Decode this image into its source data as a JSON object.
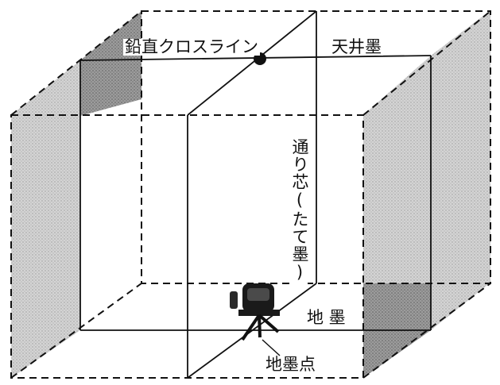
{
  "labels": {
    "vertical_cross_line": "鉛直クロスライン",
    "ceiling_mark": "天井墨",
    "grid_center_line": "通り芯(たて墨)",
    "floor_mark": "地 墨",
    "floor_mark_point": "地墨点"
  },
  "colors": {
    "line": "#111111",
    "wall_shade_light": "#c9c9c9",
    "wall_shade_dark": "#8f8f8f"
  }
}
